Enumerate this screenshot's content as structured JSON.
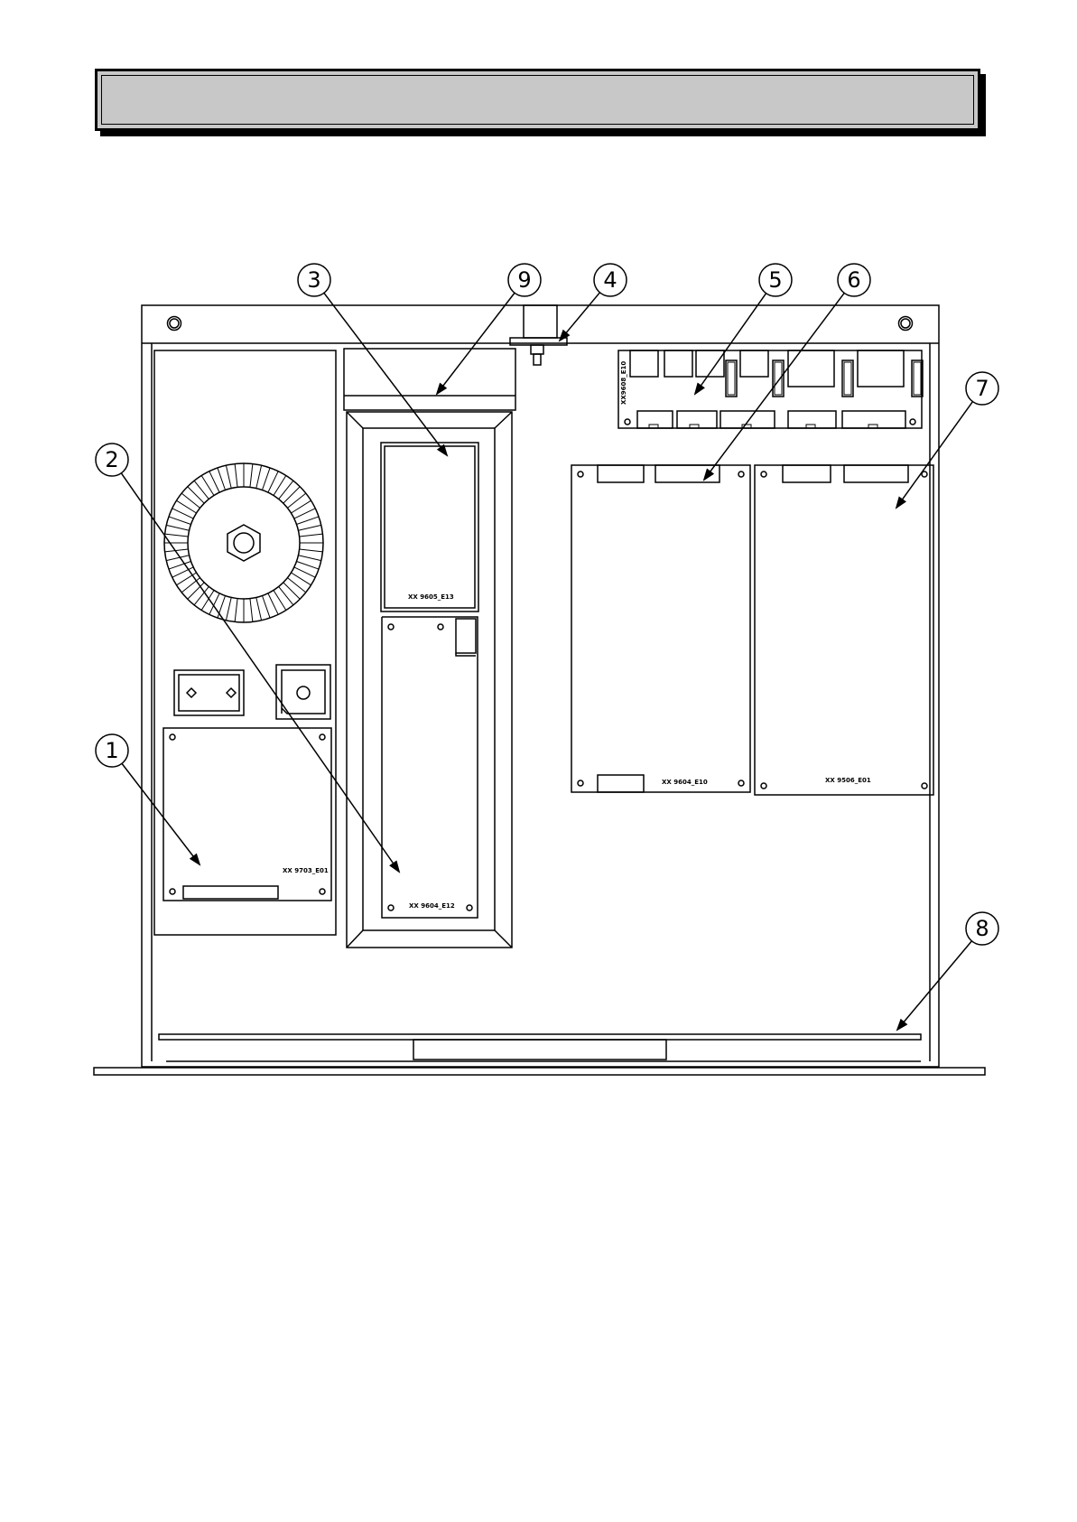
{
  "header_box": {
    "text": ""
  },
  "callouts": [
    "1",
    "2",
    "3",
    "4",
    "5",
    "6",
    "7",
    "8",
    "9"
  ],
  "boards": {
    "board_1": "XX 9703_E01",
    "board_2": "XX 9604_E12",
    "board_3": "XX 9605_E13",
    "board_5": "XX9608_E10",
    "board_6": "XX 9604_E10",
    "board_7": "XX 9506_E01"
  }
}
